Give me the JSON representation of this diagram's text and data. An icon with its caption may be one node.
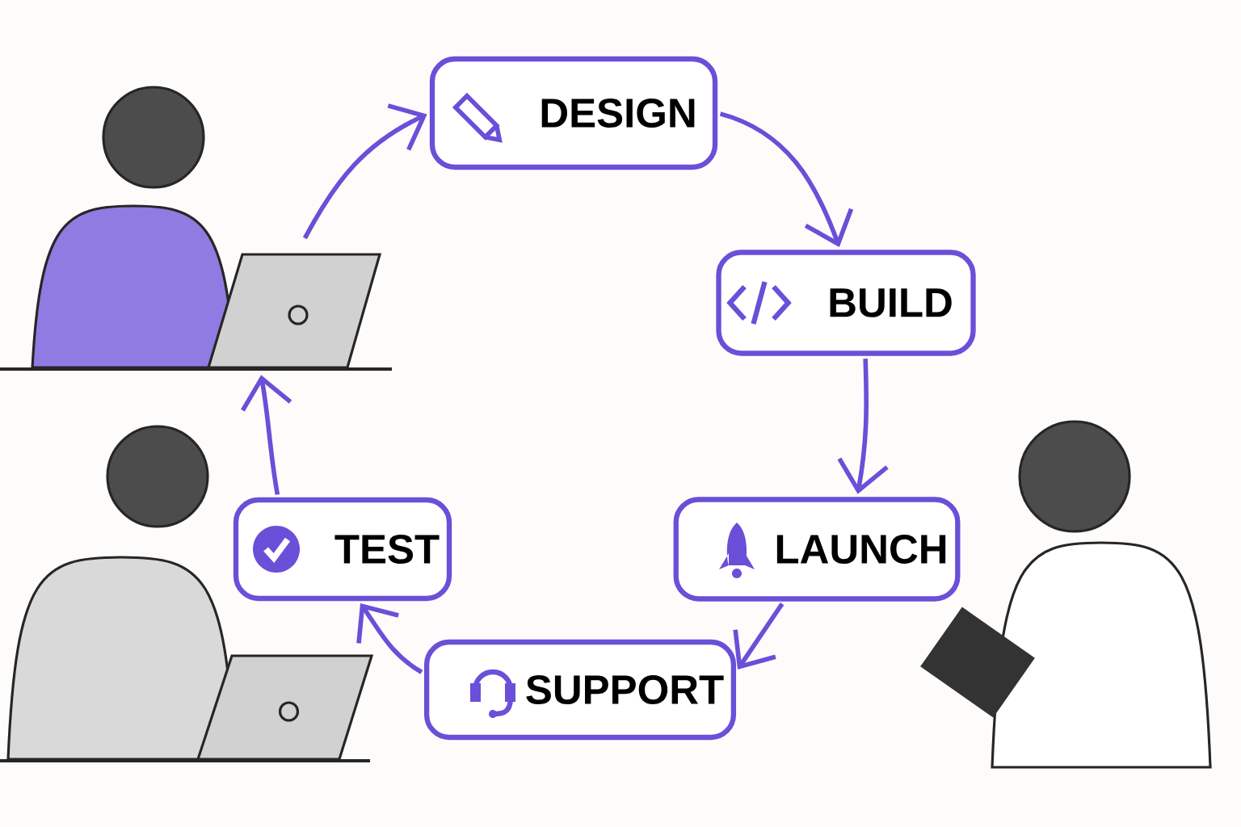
{
  "diagram": {
    "nodes": [
      {
        "text": [],
        "shape": "person"
      },
      {
        "text": [
          "DESIGN"
        ]
      },
      {
        "text": [
          "BUILD"
        ]
      },
      {
        "text": [
          "LAUNCH"
        ]
      },
      {
        "text": [
          "SUPPORT"
        ]
      },
      {
        "text": [
          "TEST"
        ]
      }
    ],
    "edges": [
      {
        "from": 0,
        "to": 1,
        "arrow": "to"
      },
      {
        "from": 1,
        "to": 2,
        "arrow": "to"
      },
      {
        "from": 2,
        "to": 3,
        "arrow": "to"
      },
      {
        "from": 3,
        "to": 4,
        "arrow": "to"
      },
      {
        "from": 4,
        "to": 5,
        "arrow": "to"
      },
      {
        "from": 5,
        "to": 0,
        "arrow": "to"
      }
    ]
  }
}
